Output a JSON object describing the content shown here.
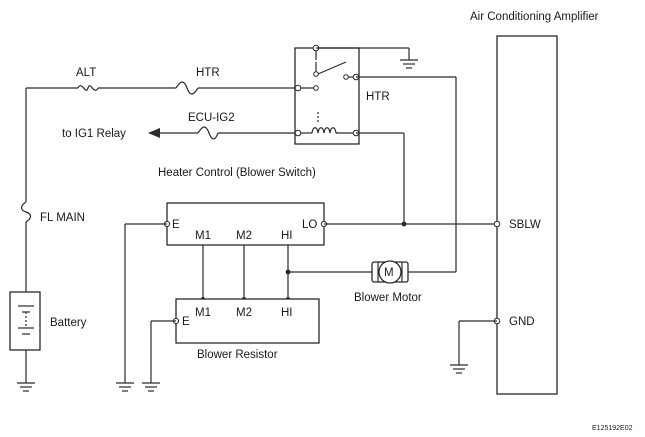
{
  "labels": {
    "amplifier": "Air Conditioning Amplifier",
    "alt": "ALT",
    "htr_fuse": "HTR",
    "htr_out": "HTR",
    "ecu_ig2": "ECU-IG2",
    "ig1_relay": "to IG1 Relay",
    "heater_control": "Heater Control (Blower Switch)",
    "fl_main": "FL MAIN",
    "battery": "Battery",
    "switch_e": "E",
    "switch_m1": "M1",
    "switch_m2": "M2",
    "switch_hi": "HI",
    "switch_lo": "LO",
    "resistor_e": "E",
    "resistor_m1": "M1",
    "resistor_m2": "M2",
    "resistor_hi": "HI",
    "blower_motor": "Blower Motor",
    "motor_symbol": "M",
    "blower_resistor": "Blower Resistor",
    "sblw": "SBLW",
    "gnd": "GND",
    "code": "E125192E02"
  }
}
